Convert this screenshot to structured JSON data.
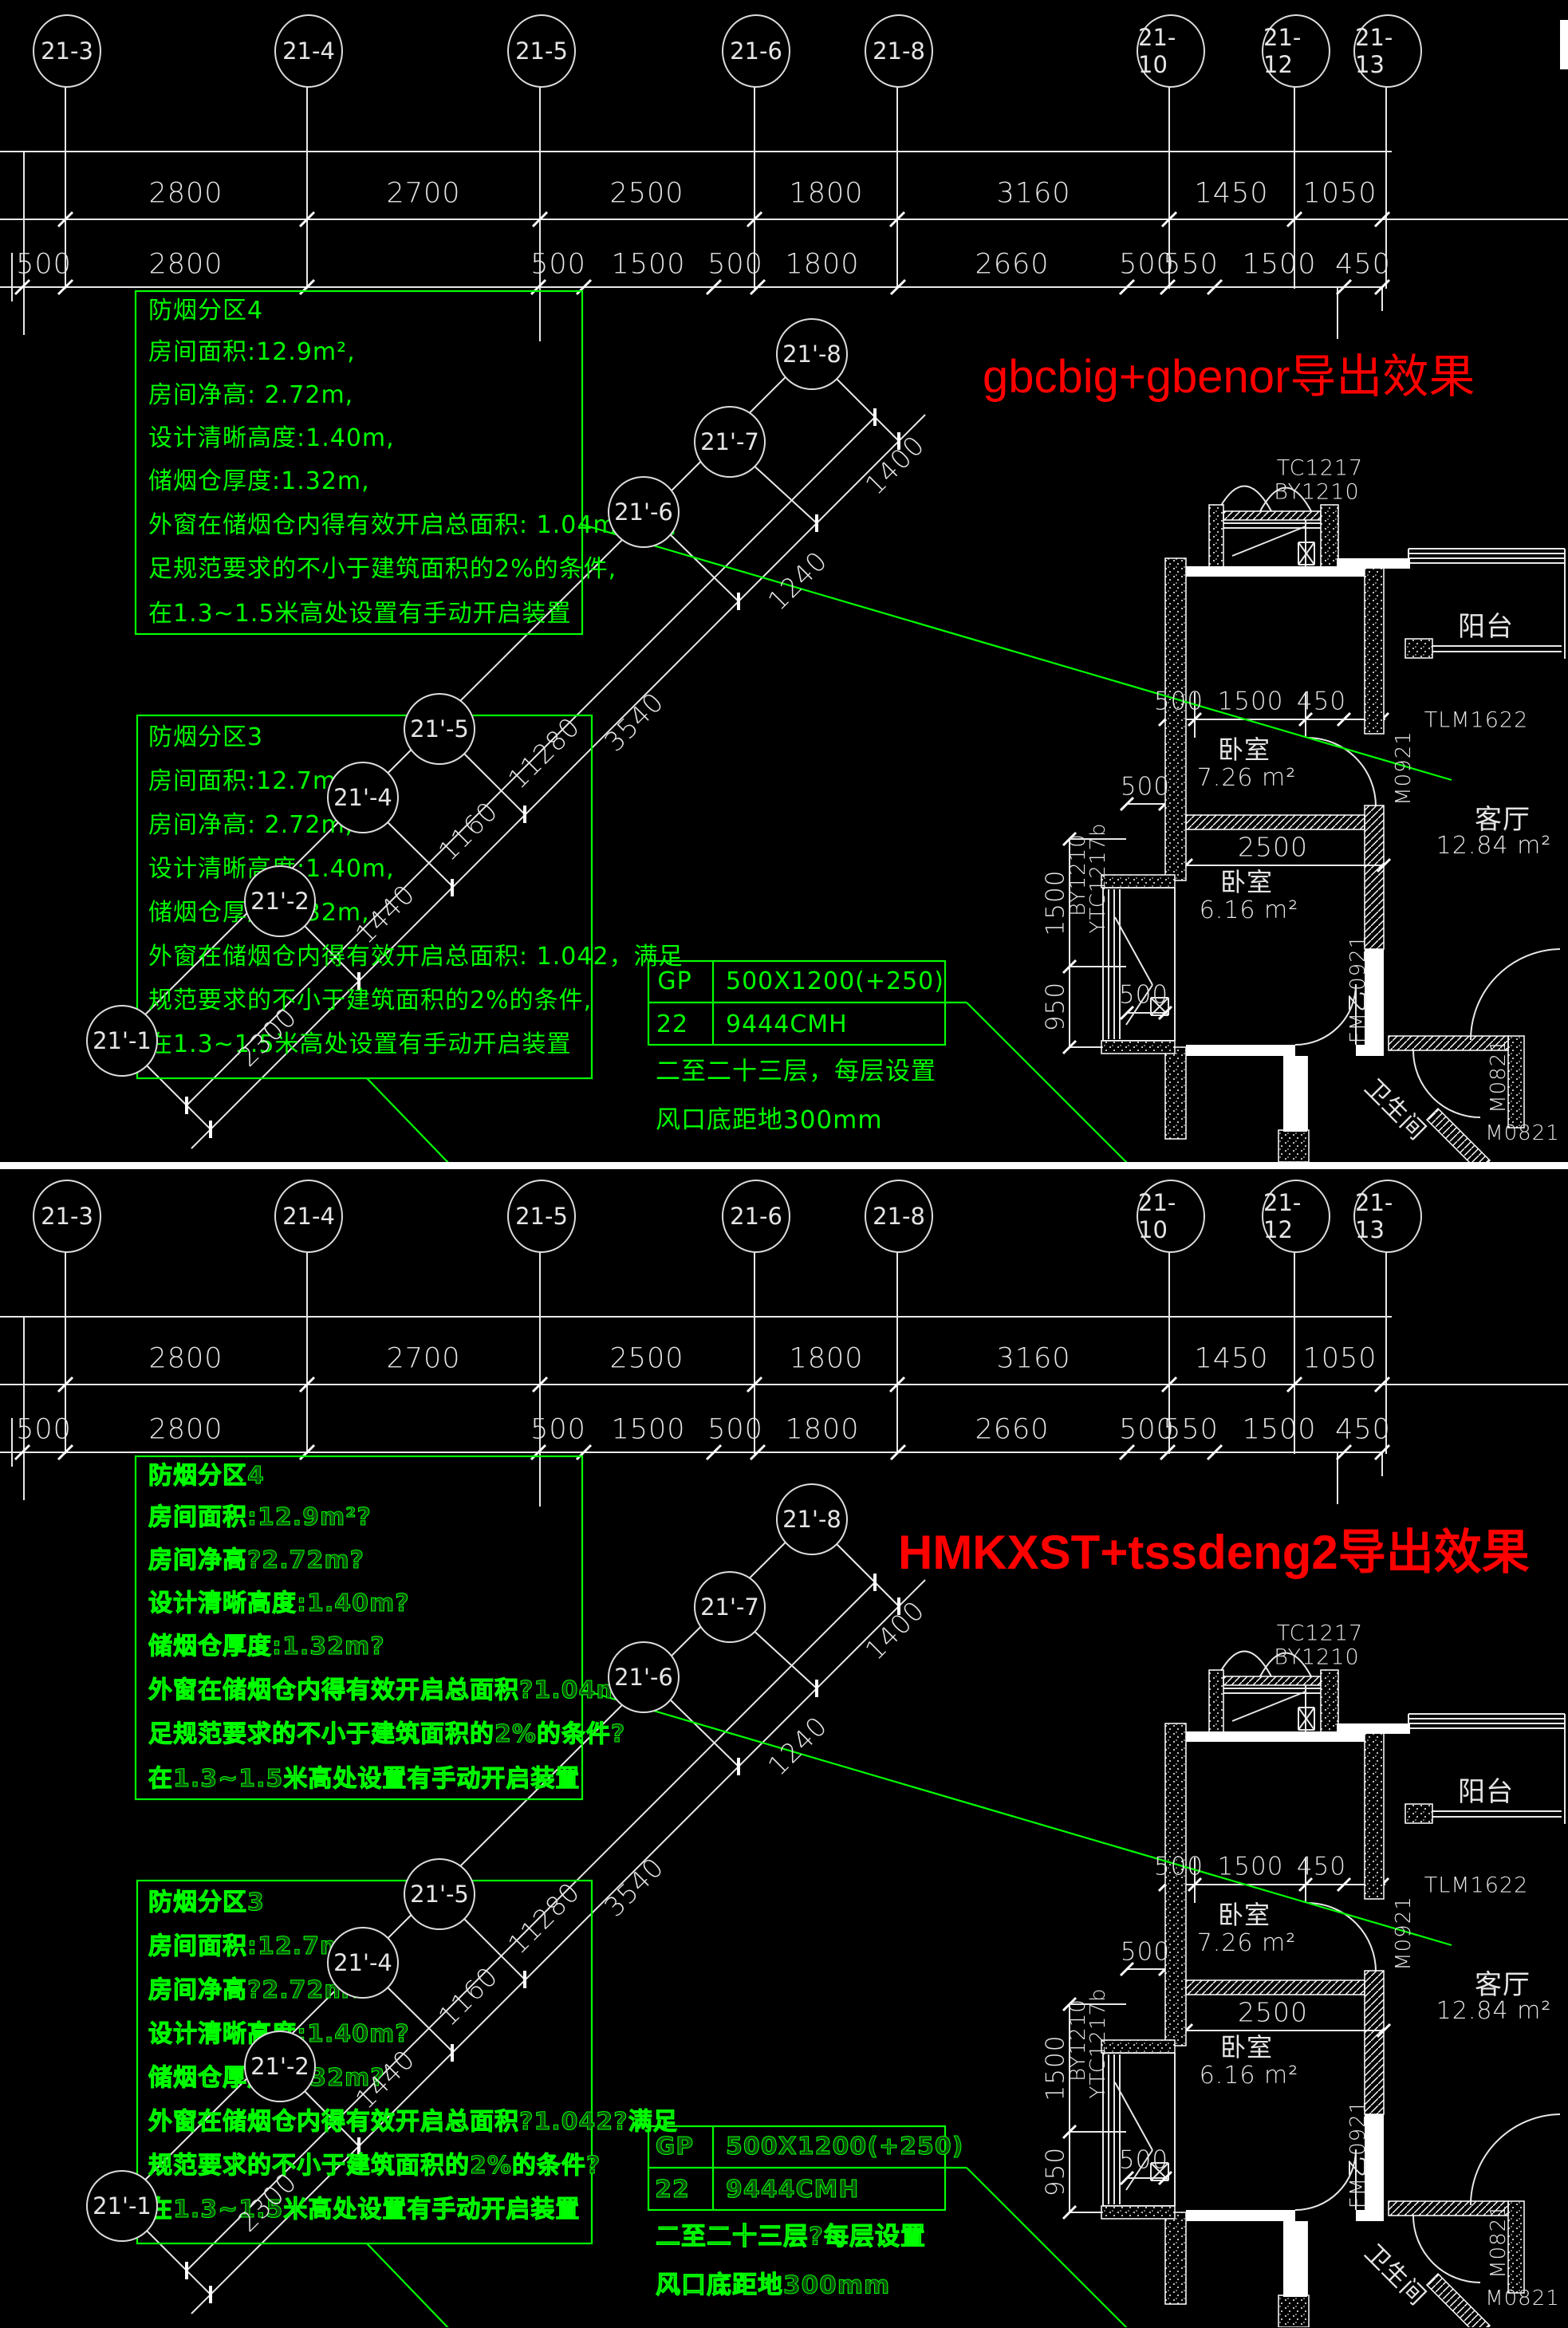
{
  "colors": {
    "background": "#000000",
    "linework": "#E8E8E8",
    "annotation_green": "#00FF00",
    "title_red": "#FF0000",
    "wall_white": "#FFFFFF"
  },
  "titles": {
    "top": "gbcbig+gbenor导出效果",
    "bottom": "HMKXST+tssdeng2导出效果"
  },
  "grid": {
    "bubbles": [
      "21-3",
      "21-4",
      "21-5",
      "21-6",
      "21-8",
      "21-10",
      "21-12",
      "21-13"
    ],
    "dims_row1": [
      "2800",
      "2700",
      "2500",
      "1800",
      "3160",
      "1450",
      "1050"
    ],
    "dims_row2": [
      "500",
      "2800",
      "500",
      "1500",
      "500",
      "1800",
      "2660",
      "500",
      "550",
      "1500",
      "450"
    ]
  },
  "diagonal": {
    "bubbles": [
      "21'-1",
      "21'-2",
      "21'-4",
      "21'-5",
      "21'-6",
      "21'-7",
      "21'-8"
    ],
    "dims": [
      "2300",
      "1440",
      "1160",
      "11280",
      "3540",
      "1240",
      "1400"
    ]
  },
  "smoke_zone_4": {
    "top": [
      "防烟分区4",
      "房间面积:12.9m²,",
      "房间净高: 2.72m,",
      "设计清晰高度:1.40m,",
      "储烟仓厚度:1.32m,",
      "外窗在储烟仓内得有效开启总面积: 1.04m²，满",
      "足规范要求的不小于建筑面积的2%的条件,",
      "在1.3~1.5米高处设置有手动开启装置"
    ],
    "bottom": [
      "防烟分区4",
      "房间面积:12.9m²?",
      "房间净高?2.72m?",
      "设计清晰高度:1.40m?",
      "储烟仓厚度:1.32m?",
      "外窗在储烟仓内得有效开启总面积?1.04m²?满",
      "足规范要求的不小于建筑面积的2%的条件?",
      "在1.3~1.5米高处设置有手动开启装置"
    ]
  },
  "smoke_zone_3": {
    "top": [
      "防烟分区3",
      "房间面积:12.7m²,",
      "房间净高: 2.72m,",
      "设计清晰高度:1.40m,",
      "储烟仓厚度:1.32m,",
      "外窗在储烟仓内得有效开启总面积: 1.042，满足",
      "规范要求的不小于建筑面积的2%的条件,",
      "在1.3~1.5米高处设置有手动开启装置"
    ],
    "bottom": [
      "防烟分区3",
      "房间面积:12.7m²?",
      "房间净高?2.72m?",
      "设计清晰高度:1.40m?",
      "储烟仓厚度:1.32m?",
      "外窗在储烟仓内得有效开启总面积?1.042?满足",
      "规范要求的不小于建筑面积的2%的条件?",
      "在1.3~1.5米高处设置有手动开启装置"
    ]
  },
  "vent_table": {
    "rows": [
      [
        "GP",
        "500X1200(+250)"
      ],
      [
        "22",
        "9444CMH"
      ]
    ],
    "notes": {
      "top": [
        "二至二十三层，每层设置",
        "风口底距地300mm"
      ],
      "bottom": [
        "二至二十三层?每层设置",
        "风口底距地300mm"
      ]
    }
  },
  "plan": {
    "rooms": [
      {
        "name": "卧室",
        "area": "7.26 m²"
      },
      {
        "name": "卧室",
        "area": "6.16 m²"
      },
      {
        "name": "客厅",
        "area": "12.84 m²"
      }
    ],
    "labels": {
      "tc": "TC1217",
      "by_top": "BY1210",
      "balcony": "阳台",
      "tlm": "TLM1622",
      "door1": "M0921",
      "door2": "FM乙0921",
      "door3": "M0821",
      "door4": "M0821",
      "bathroom": "卫生间",
      "by_left": "BY1210",
      "ytc": "YTC1217b"
    },
    "dims": {
      "top": [
        "500",
        "1500",
        "450"
      ],
      "room": "2500",
      "small": [
        "500",
        "500"
      ],
      "left": [
        "1500",
        "950"
      ]
    }
  }
}
